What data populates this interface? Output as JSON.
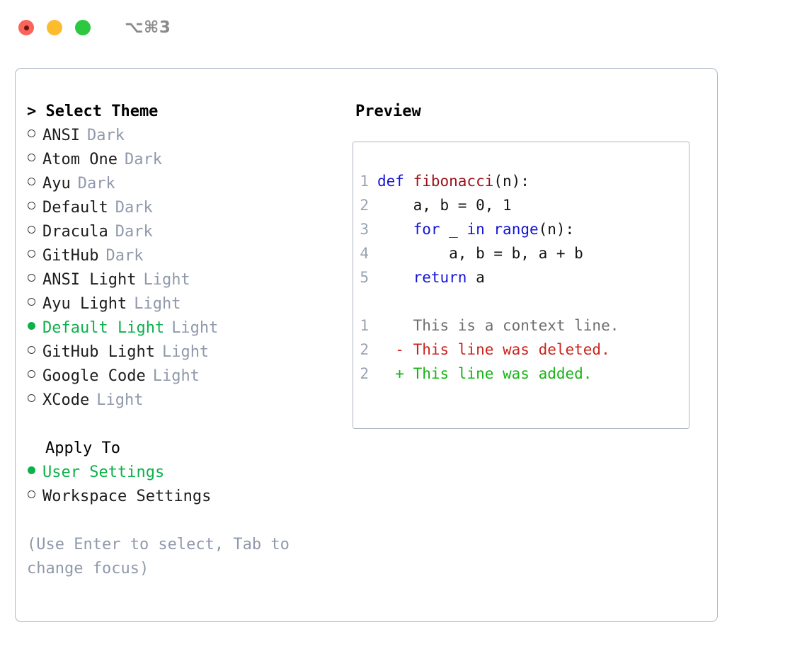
{
  "titlebar": {
    "shortcut": "⌥⌘3",
    "lights": [
      "close-red",
      "minimize-yellow",
      "zoom-green"
    ]
  },
  "theme_list": {
    "heading": "> Select Theme",
    "items": [
      {
        "label": "ANSI",
        "badge": "Dark",
        "selected": false
      },
      {
        "label": "Atom One",
        "badge": "Dark",
        "selected": false
      },
      {
        "label": "Ayu",
        "badge": "Dark",
        "selected": false
      },
      {
        "label": "Default",
        "badge": "Dark",
        "selected": false
      },
      {
        "label": "Dracula",
        "badge": "Dark",
        "selected": false
      },
      {
        "label": "GitHub",
        "badge": "Dark",
        "selected": false
      },
      {
        "label": "ANSI Light",
        "badge": "Light",
        "selected": false
      },
      {
        "label": "Ayu Light",
        "badge": "Light",
        "selected": false
      },
      {
        "label": "Default Light",
        "badge": "Light",
        "selected": true
      },
      {
        "label": "GitHub Light",
        "badge": "Light",
        "selected": false
      },
      {
        "label": "Google Code",
        "badge": "Light",
        "selected": false
      },
      {
        "label": "XCode",
        "badge": "Light",
        "selected": false
      }
    ]
  },
  "apply_to": {
    "heading": "Apply To",
    "items": [
      {
        "label": "User Settings",
        "selected": true
      },
      {
        "label": "Workspace Settings",
        "selected": false
      }
    ]
  },
  "hint": "(Use Enter to select, Tab to change focus)",
  "preview": {
    "title": "Preview",
    "code_lines": [
      {
        "num": "1",
        "tokens": [
          {
            "t": "def ",
            "c": "kw"
          },
          {
            "t": "fibonacci",
            "c": "fn"
          },
          {
            "t": "(n):",
            "c": "src"
          }
        ]
      },
      {
        "num": "2",
        "tokens": [
          {
            "t": "    a, b = 0, 1",
            "c": "src"
          }
        ]
      },
      {
        "num": "3",
        "tokens": [
          {
            "t": "    ",
            "c": "src"
          },
          {
            "t": "for",
            "c": "kw"
          },
          {
            "t": " _ ",
            "c": "src"
          },
          {
            "t": "in",
            "c": "kw"
          },
          {
            "t": " ",
            "c": "src"
          },
          {
            "t": "range",
            "c": "kw"
          },
          {
            "t": "(n):",
            "c": "src"
          }
        ]
      },
      {
        "num": "4",
        "tokens": [
          {
            "t": "        a, b = b, a + b",
            "c": "src"
          }
        ]
      },
      {
        "num": "5",
        "tokens": [
          {
            "t": "    ",
            "c": "src"
          },
          {
            "t": "return",
            "c": "kw"
          },
          {
            "t": " a",
            "c": "src"
          }
        ]
      }
    ],
    "diff_lines": [
      {
        "num": "1",
        "marker": "  ",
        "text": "This is a context line.",
        "kind": "ctx"
      },
      {
        "num": "2",
        "marker": "- ",
        "text": "This line was deleted.",
        "kind": "del"
      },
      {
        "num": "2",
        "marker": "+ ",
        "text": "This line was added.",
        "kind": "add"
      }
    ]
  },
  "colors": {
    "accent_green": "#0db14b",
    "badge_grey": "#9099ab",
    "keyword_blue": "#1414d6",
    "function_red": "#9c1016",
    "diff_delete": "#c9241c",
    "diff_add": "#16b516",
    "border": "#aeb7c4"
  }
}
